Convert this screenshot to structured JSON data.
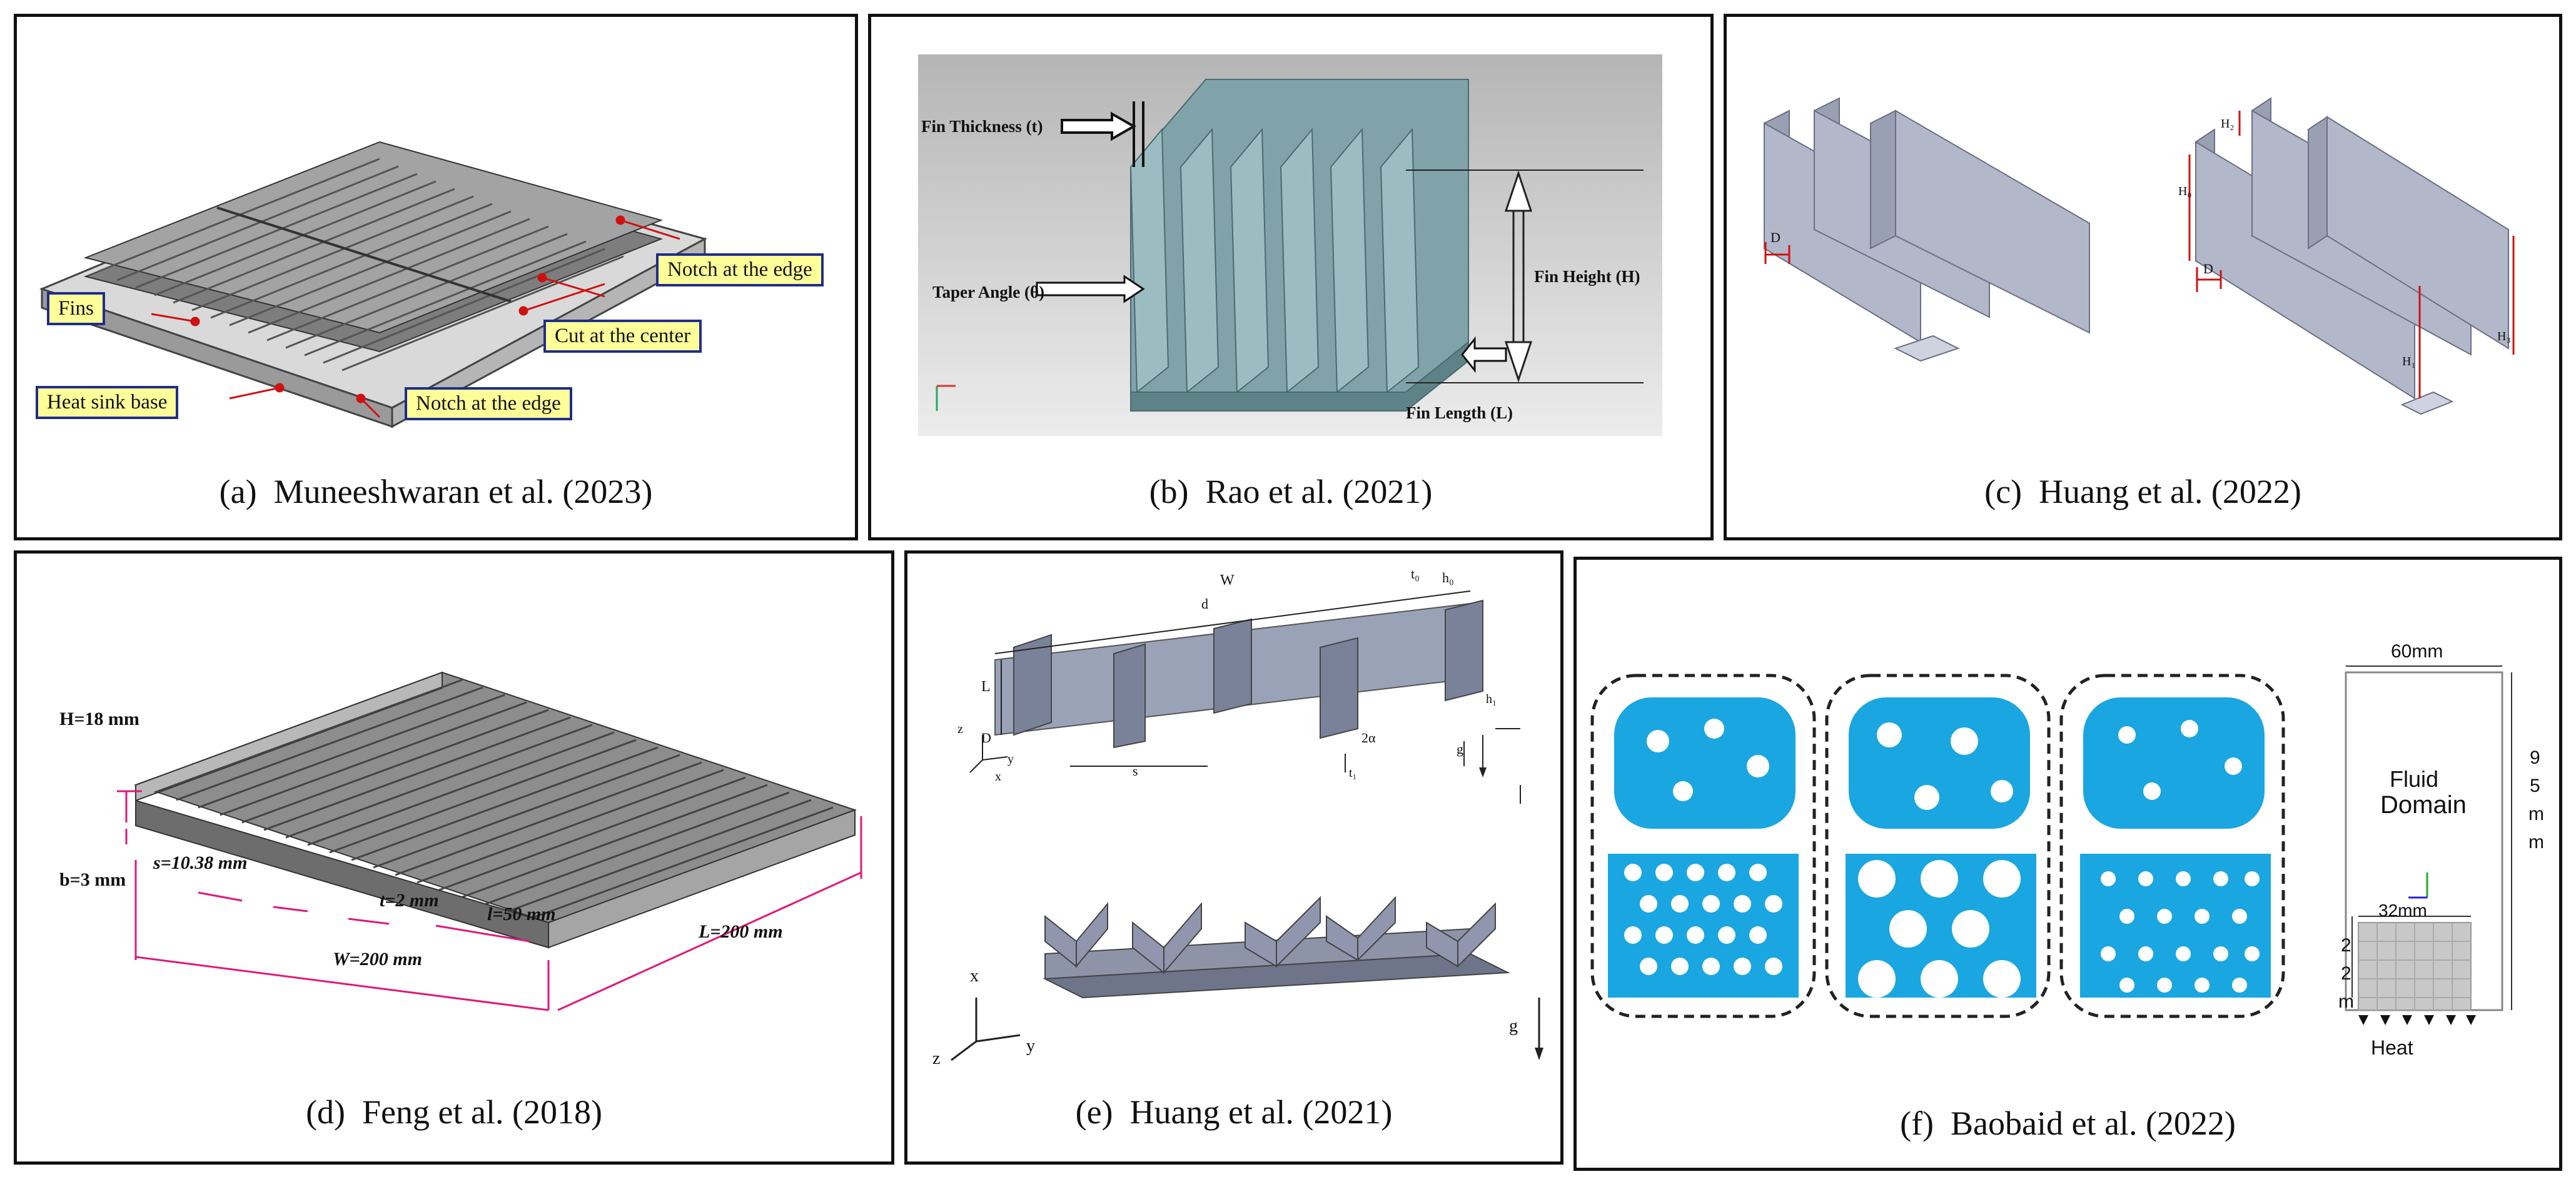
{
  "colors": {
    "callout_fill": "#ffff99",
    "callout_border": "#1f2d8a",
    "dimension_magenta": "#e0187a",
    "lattice_blue": "#1aa6e0",
    "fin_grey": "#8b8f9c"
  },
  "panels": {
    "a": {
      "caption": "(a)  Muneeshwaran et al. (2023)",
      "callouts": {
        "fins": "Fins",
        "heat_sink_base": "Heat sink base",
        "notch_edge_top": "Notch at the edge",
        "cut_center": "Cut at the center",
        "notch_edge_bottom": "Notch at the edge"
      }
    },
    "b": {
      "caption": "(b)  Rao et al. (2021)",
      "labels": {
        "fin_thickness": "Fin Thickness (t)",
        "taper_angle": "Taper Angle (θ)",
        "fin_height": "Fin Height (H)",
        "fin_length": "Fin Length (L)"
      }
    },
    "c": {
      "caption": "(c)  Huang et al. (2022)",
      "labels": {
        "d_left": "D",
        "d_right": "D",
        "h0": "H₀",
        "h2": "H₂",
        "h1": "H₁",
        "h3": "H₃"
      }
    },
    "d": {
      "caption": "(d)  Feng et al. (2018)",
      "labels": {
        "H": "H=18 mm",
        "b": "b=3 mm",
        "s": "s=10.38 mm",
        "t": "t=2 mm",
        "l": "l=50 mm",
        "W": "W=200 mm",
        "L": "L=200 mm"
      }
    },
    "e": {
      "caption": "(e)  Huang et al. (2021)",
      "labels": {
        "W": "W",
        "t0": "t₀",
        "h0": "h₀",
        "d": "d",
        "L": "L",
        "D": "D",
        "s": "s",
        "t1": "t₁",
        "alpha": "2α",
        "h1": "h₁",
        "g_top": "g",
        "g_bottom": "g",
        "z_top": "z",
        "y_top": "y",
        "x_top": "x",
        "x_bottom": "x",
        "z_bottom": "z",
        "y_bottom": "y"
      }
    },
    "f": {
      "caption": "(f)  Baobaid et al. (2022)",
      "labels": {
        "width_60": "60mm",
        "fluid": "Fluid",
        "domain": "Domain",
        "h_9": "9",
        "h_5": "5",
        "h_m1": "m",
        "h_m2": "m",
        "width_32": "32mm",
        "h_2a": "2",
        "h_2b": "2",
        "h_m3": "m",
        "heat": "Heat"
      }
    }
  }
}
